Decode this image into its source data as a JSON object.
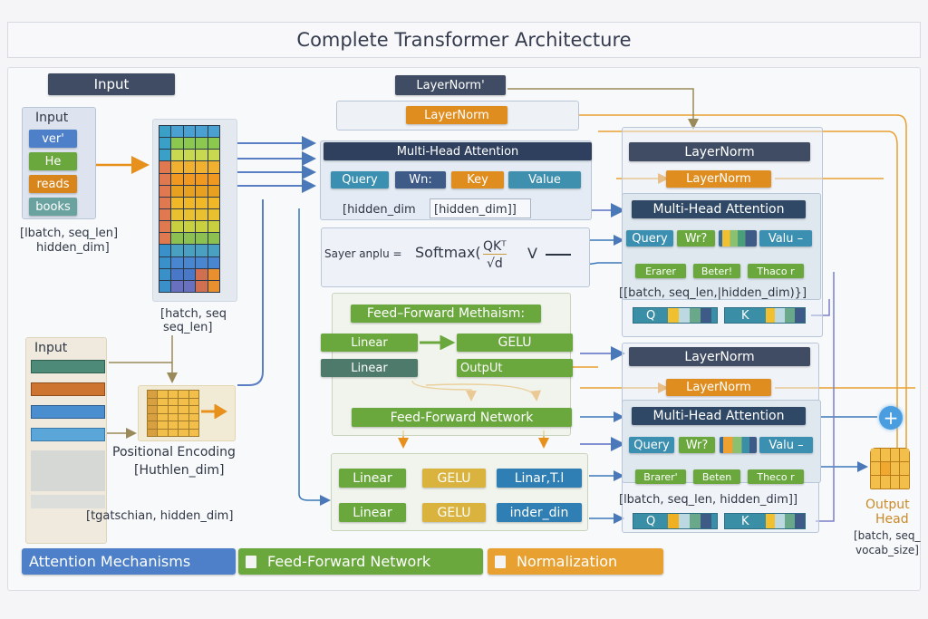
{
  "title": "Complete Transformer Architecture",
  "input_section": {
    "header": "Input",
    "group_title": "Input",
    "tokens": [
      "ver'",
      "He",
      "reads",
      "books"
    ],
    "shape_label_line1": "[lbatch, seq_len]",
    "shape_label_line2": "hidden_dim]",
    "embedding_shape_line1": "[hatch, seq",
    "embedding_shape_line2": "seq_len]"
  },
  "positional_section": {
    "group_title": "Input",
    "label": "Positional Encoding",
    "sublabel": "[Huthlen_dim]",
    "shape_label": "[tgatschian, hidden_dim]"
  },
  "center_column": {
    "layernorm_top": "LayerNorm'",
    "layernorm_orange": "LayerNorm",
    "mha_title": "Multi-Head Attention",
    "qkv": [
      "Query",
      "Wn:",
      "Key",
      "Value"
    ],
    "dim_left": "[hidden_dim",
    "dim_right": "[hidden_dim]]",
    "formula_prefix": "Sayer anplu =",
    "formula_func": "Softmax(",
    "formula_num": "QKᵀ",
    "formula_den": "√d",
    "formula_suffix": "V",
    "ff_mechanism": "Feed–Forward Methaism:",
    "linear1": "Linear",
    "gelu1": "GELU",
    "linear2": "Linear",
    "output": "OutpUt",
    "ffn": "Feed-Forward Network",
    "row1": [
      "Linear",
      "GELU",
      "Linar,T.l"
    ],
    "row2": [
      "Linear",
      "GELU",
      "inder_din"
    ]
  },
  "right_column": {
    "block1": {
      "layernorm_navy": "LayerNorm",
      "layernorm_orange": "LayerNorm",
      "mha_title": "Multi-Head Attention",
      "qkv": [
        "Query",
        "Wr?",
        "",
        "Valu –"
      ],
      "sub": [
        "Erarer",
        "Beter!",
        "Thaco r"
      ],
      "shape": "[[batch, seq_len,|hidden_dim)}]",
      "q": "Q",
      "k": "K"
    },
    "block2": {
      "layernorm_navy": "LayerNorm",
      "layernorm_orange": "LayerNorm",
      "mha_title": "Multi-Head Attention",
      "qkv": [
        "Query",
        "Wr?",
        "",
        "Valu –"
      ],
      "sub": [
        "Brarer'",
        "Beten",
        "Theco r"
      ],
      "shape": "[lbatch, seq_len, hidden_dim]]",
      "q": "Q",
      "k": "K"
    }
  },
  "output_head": {
    "label_line1": "Output",
    "label_line2": "Head",
    "shape_line1": "[batch, seq_",
    "shape_line2": "vocab_size]",
    "add_icon": "+"
  },
  "legend": [
    {
      "label": "Attention Mechanisms",
      "color": "#4d80c8"
    },
    {
      "label": "Feed-Forward Network",
      "color": "#6aa83e"
    },
    {
      "label": "Normalization",
      "color": "#e8a030"
    }
  ]
}
